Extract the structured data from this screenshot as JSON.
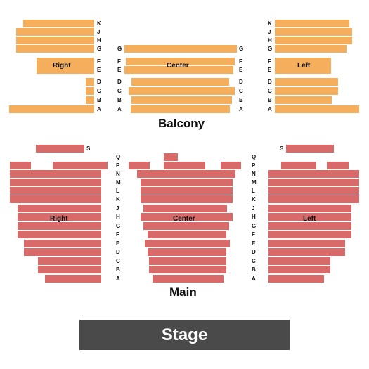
{
  "colors": {
    "balcony": "#f4ae5c",
    "main": "#d86a6a",
    "stage": "#4a4a4a"
  },
  "titles": {
    "balcony": "Balcony",
    "main": "Main",
    "stage": "Stage"
  },
  "section_labels": {
    "balcony": {
      "right": "Right",
      "center": "Center",
      "left": "Left"
    },
    "main": {
      "right": "Right",
      "center": "Center",
      "left": "Left"
    }
  },
  "row_labels": {
    "balcony_groups": [
      [
        "K",
        "J",
        "H",
        "G"
      ],
      [
        "F",
        "E"
      ],
      [
        "D",
        "C",
        "B",
        "A"
      ]
    ],
    "main_s": "S",
    "main": [
      "Q",
      "P",
      "N",
      "M",
      "L",
      "K",
      "J",
      "H",
      "G",
      "F",
      "E",
      "D",
      "C",
      "B",
      "A"
    ]
  }
}
